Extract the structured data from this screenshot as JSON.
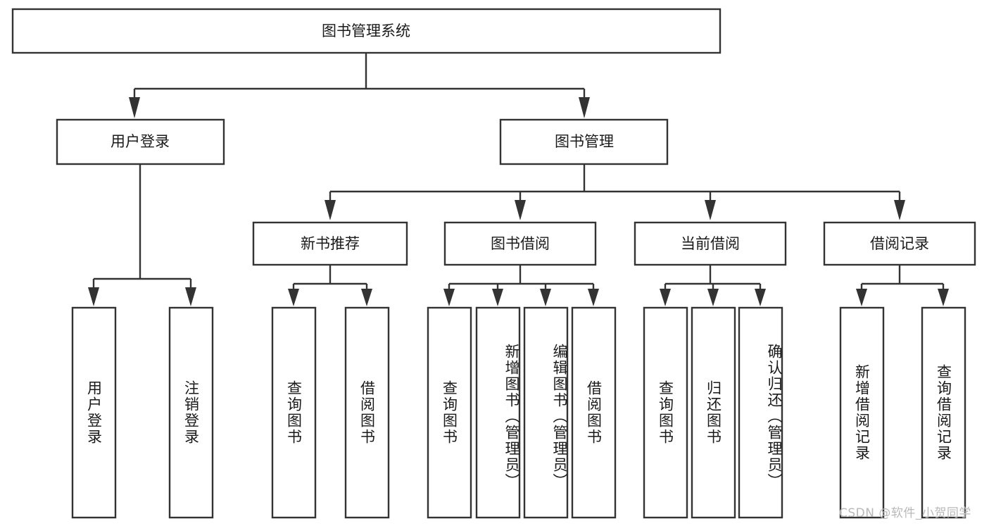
{
  "diagram": {
    "title": "图书管理系统",
    "type": "tree-hierarchy-chart",
    "root": {
      "label": "图书管理系统",
      "id": "root-book-management-system"
    },
    "level2": [
      {
        "id": "user-login",
        "label": "用户登录"
      },
      {
        "id": "book-management",
        "label": "图书管理"
      }
    ],
    "level3": [
      {
        "id": "new-book-recommend",
        "label": "新书推荐",
        "parent": "book-management"
      },
      {
        "id": "book-borrow",
        "label": "图书借阅",
        "parent": "book-management"
      },
      {
        "id": "current-borrow",
        "label": "当前借阅",
        "parent": "book-management"
      },
      {
        "id": "borrow-record",
        "label": "借阅记录",
        "parent": "book-management"
      }
    ],
    "leaves": {
      "user-login": [
        {
          "id": "leaf-user-login",
          "label": "用户登录"
        },
        {
          "id": "leaf-user-logout",
          "label": "注销登录"
        }
      ],
      "new-book-recommend": [
        {
          "id": "leaf-query-book-1",
          "label": "查询图书"
        },
        {
          "id": "leaf-borrow-book-1",
          "label": "借阅图书"
        }
      ],
      "book-borrow": [
        {
          "id": "leaf-query-book-2",
          "label": "查询图书"
        },
        {
          "id": "leaf-add-book-admin",
          "label": "新增图书（管理员）"
        },
        {
          "id": "leaf-edit-book-admin",
          "label": "编辑图书（管理员）"
        },
        {
          "id": "leaf-borrow-book-2",
          "label": "借阅图书"
        }
      ],
      "current-borrow": [
        {
          "id": "leaf-query-book-3",
          "label": "查询图书"
        },
        {
          "id": "leaf-return-book",
          "label": "归还图书"
        },
        {
          "id": "leaf-confirm-return-admin",
          "label": "确认归还（管理员）"
        }
      ],
      "borrow-record": [
        {
          "id": "leaf-add-borrow-record",
          "label": "新增借阅记录"
        },
        {
          "id": "leaf-query-borrow-record",
          "label": "查询借阅记录"
        }
      ]
    }
  },
  "watermark": {
    "text": "CSDN @软件_小贺同学"
  },
  "colors": {
    "stroke": "#333333",
    "box_fill": "#ffffff",
    "text": "#1a1a1a",
    "watermark": "#b9b9b9",
    "background": "#ffffff"
  }
}
